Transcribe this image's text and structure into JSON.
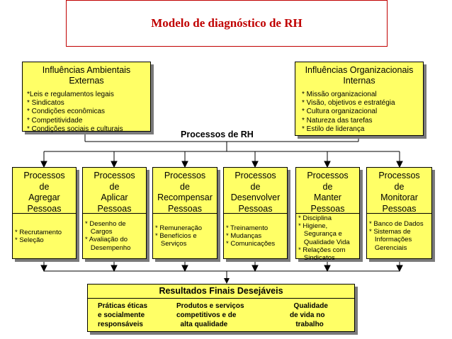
{
  "title": "Modelo de diagnóstico de RH",
  "external": {
    "title": "Influências Ambientais\nExternas",
    "items": [
      "*Leis e regulamentos legais",
      "* Sindicatos",
      "* Condições econômicas",
      "* Competitividade",
      "* Condições sociais e culturais"
    ]
  },
  "internal": {
    "title": "Influências Organizacionais\nInternas",
    "items": [
      "* Missão organizacional",
      "* Visão, objetivos e estratégia",
      "* Cultura organizacional",
      "* Natureza das tarefas",
      "* Estilo de liderança"
    ]
  },
  "processes_label": "Processos de RH",
  "processes": [
    {
      "title": "Processos\nde\nAgregar\nPessoas",
      "items": "* Recrutamento\n* Seleção"
    },
    {
      "title": "Processos\nde\nAplicar\nPessoas",
      "items": "* Desenho de\n   Cargos\n* Avaliação do\n   Desempenho"
    },
    {
      "title": "Processos\nde\nRecompensar\nPessoas",
      "items": "* Remuneração\n* Benefícios e\n   Serviços"
    },
    {
      "title": "Processos\nde\nDesenvolver\nPessoas",
      "items": "* Treinamento\n* Mudanças\n* Comunicações"
    },
    {
      "title": "Processos\nde\nManter\nPessoas",
      "items": "* Disciplina\n* Higiene,\n   Segurança e\n   Qualidade Vida\n* Relações com\n   Sindicatos"
    },
    {
      "title": "Processos\nde\nMonitorar\nPessoas",
      "items": "* Banco de Dados\n* Sistemas de\n   Informações\n   Gerenciais"
    }
  ],
  "results": {
    "title": "Resultados Finais Desejáveis",
    "columns": [
      "Práticas éticas\ne socialmente\nresponsáveis",
      "Produtos e serviços\ncompetitivos e de\n  alta qualidade",
      "  Qualidade\nde vida no\n   trabalho"
    ]
  }
}
